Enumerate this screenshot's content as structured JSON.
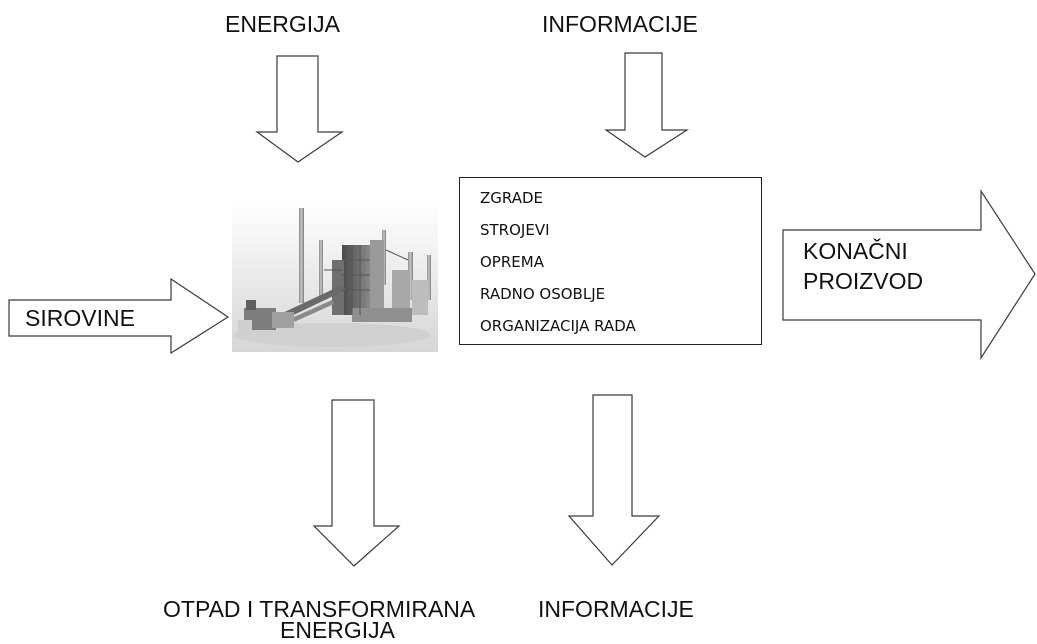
{
  "labels": {
    "energy_in": "ENERGIJA",
    "info_in": "INFORMACIJE",
    "raw_materials": "SIROVINE",
    "final_product_line1": "KONAČNI",
    "final_product_line2": "PROIZVOD",
    "waste_line1": "OTPAD I TRANSFORMIRANA",
    "waste_line2": "ENERGIJA",
    "info_out": "INFORMACIJE"
  },
  "factors": {
    "items": [
      "ZGRADE",
      "STROJEVI",
      "OPREMA",
      "RADNO OSOBLJE",
      "ORGANIZACIJA RADA"
    ]
  },
  "colors": {
    "stroke": "#3a3a3a",
    "text": "#111111",
    "background": "#ffffff"
  },
  "icons": {
    "factory": "factory-illustration"
  }
}
